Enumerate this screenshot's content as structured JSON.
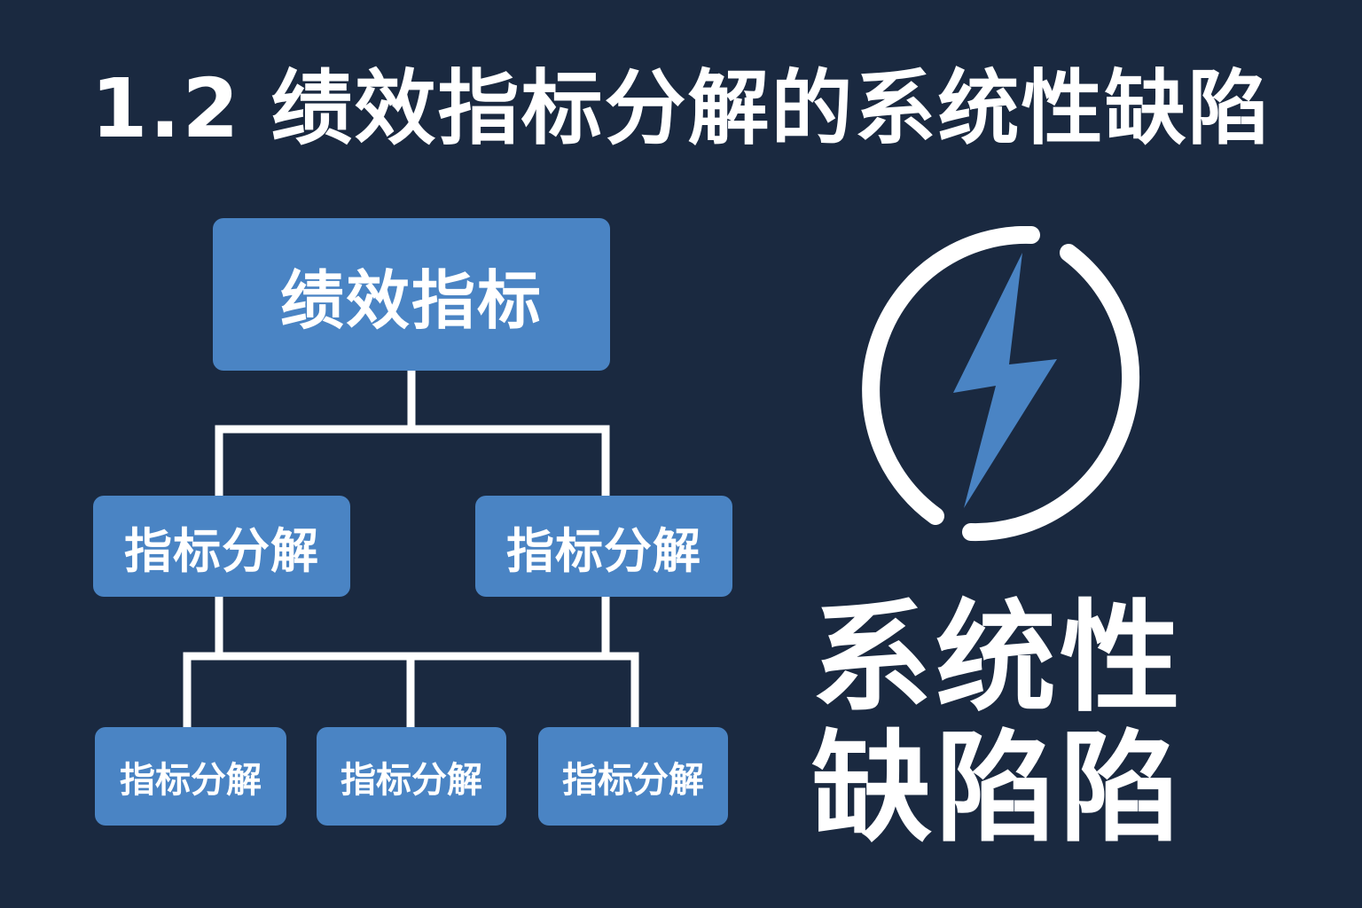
{
  "title": "1.2  绩效指标分解的系统性缺陷",
  "diagram": {
    "root": "绩效指标",
    "level2": [
      "指标分解",
      "指标分解"
    ],
    "level3": [
      "指标分解",
      "指标分解",
      "指标分解"
    ]
  },
  "caption": {
    "line1": "系统性",
    "line2": "缺陷陷"
  },
  "icon": "lightning-bolt-in-broken-circle-icon",
  "colors": {
    "background": "#1a2940",
    "node": "#4a84c4",
    "text": "#ffffff",
    "bolt": "#4a84c4"
  }
}
